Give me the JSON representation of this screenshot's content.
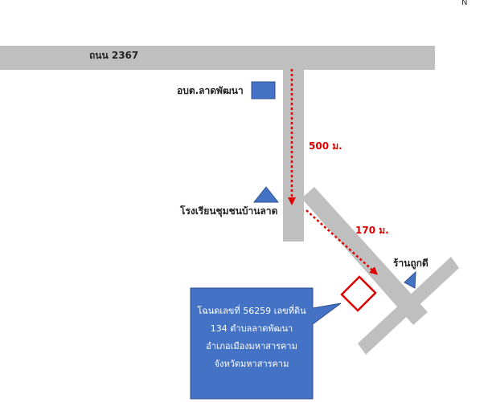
{
  "map": {
    "north_marker": "N",
    "road_main_label": "ถนน 2367",
    "distance_1": "500 ม.",
    "distance_2": "170 ม.",
    "landmarks": {
      "sao_office": "อบต.ลาดพัฒนา",
      "school": "โรงเรียนชุมชนบ้านลาด",
      "shop": "ร้านถูกดี"
    },
    "callout_lines": [
      "โฉนดเลขที่ 56259 เลขที่ดิน",
      "134 ตำบลลาดพัฒนา",
      "อำเภอเมืองมหาสารคาม",
      "จังหวัดมหาสารคาม"
    ],
    "colors": {
      "road": "#bfbfbf",
      "landmark_fill": "#4472c4",
      "route_arrow": "#e00000",
      "plot_marker": "#e00000"
    }
  }
}
